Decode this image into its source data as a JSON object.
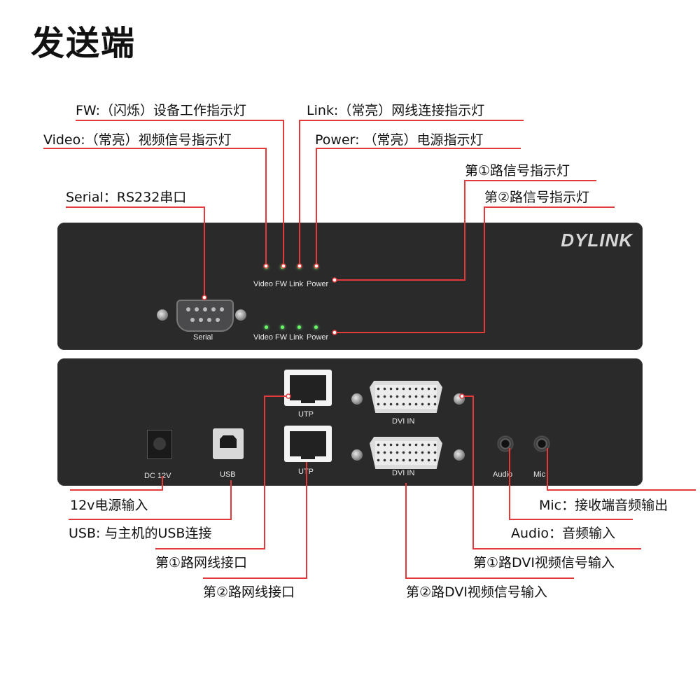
{
  "title": "发送端",
  "brand": "DYLINK",
  "front": {
    "led_labels": [
      "Video",
      "FW",
      "Link",
      "Power"
    ],
    "serial_label": "Serial"
  },
  "rear": {
    "utp1": "UTP",
    "utp2": "UTP",
    "dvi1": "DVI IN",
    "dvi2": "DVI IN",
    "dc": "DC 12V",
    "usb": "USB",
    "audio": "Audio",
    "mic": "Mic"
  },
  "callouts_top": {
    "fw": "FW:（闪烁）设备工作指示灯",
    "link": "Link:（常亮）网线连接指示灯",
    "video": "Video:（常亮）视频信号指示灯",
    "power": "Power: （常亮）电源指示灯",
    "ch1_led": "第①路信号指示灯",
    "ch2_led": "第②路信号指示灯",
    "serial": "Serial：RS232串口"
  },
  "callouts_bottom": {
    "dc": "12v电源输入",
    "usb": "USB: 与主机的USB连接",
    "utp1": "第①路网线接口",
    "utp2": "第②路网线接口",
    "mic": "Mic：接收端音频输出",
    "audio": "Audio：音频输入",
    "dvi1": "第①路DVI视频信号输入",
    "dvi2": "第②路DVI视频信号输入"
  },
  "colors": {
    "callout_line": "#e23a3a",
    "panel": "#2a2a2b",
    "led": "#6bff6b"
  }
}
